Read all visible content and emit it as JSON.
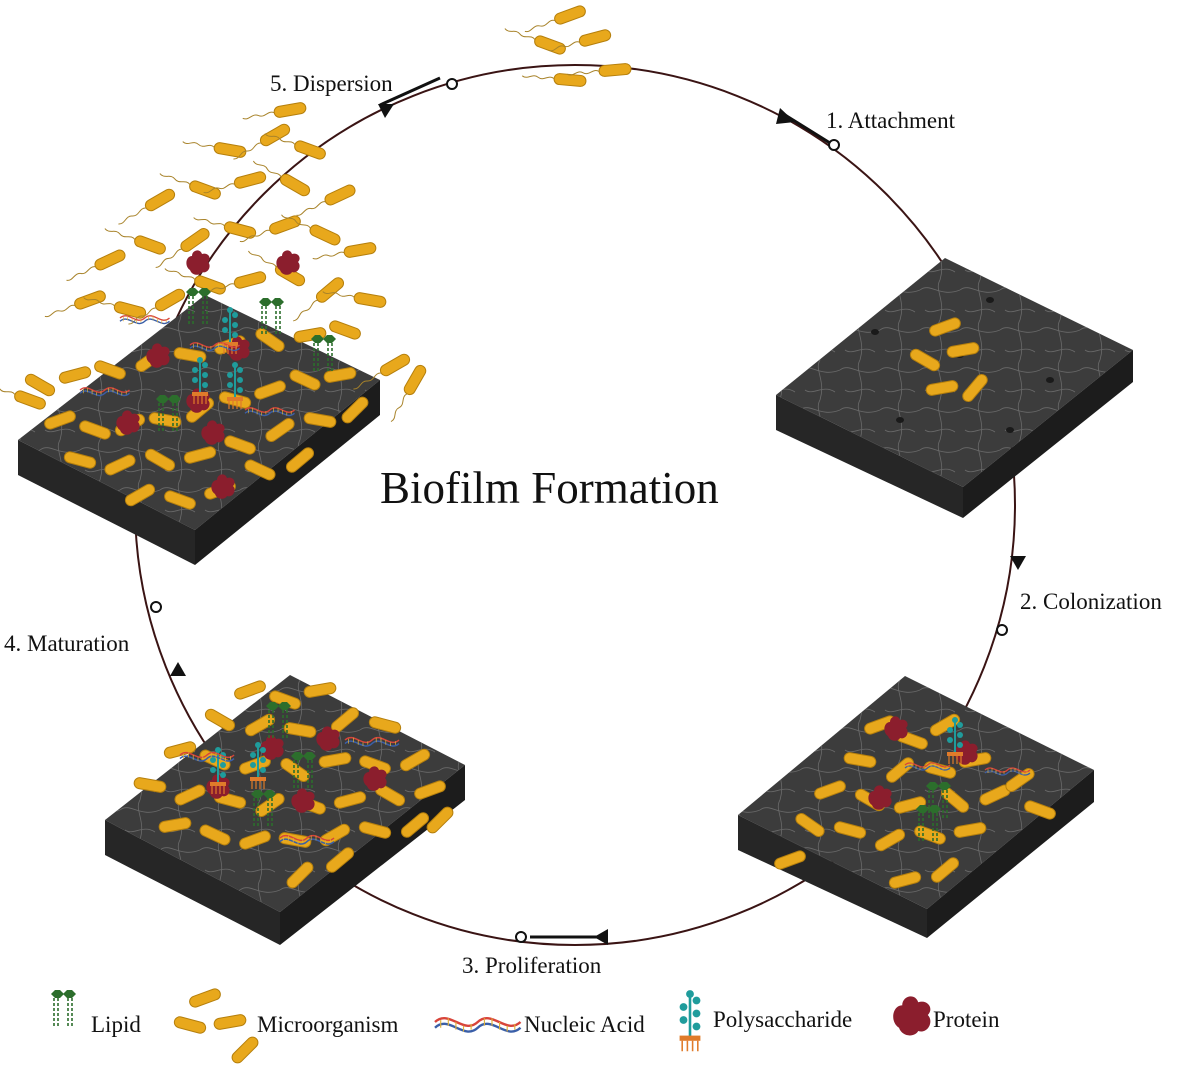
{
  "title": "Biofilm Formation",
  "stages": [
    {
      "label": "1. Attachment"
    },
    {
      "label": "2. Colonization"
    },
    {
      "label": "3. Proliferation"
    },
    {
      "label": "4. Maturation"
    },
    {
      "label": "5. Dispersion"
    }
  ],
  "legend": [
    {
      "label": "Lipid",
      "icon": "lipid-icon"
    },
    {
      "label": "Microorganism",
      "icon": "bacteria-icon"
    },
    {
      "label": "Nucleic Acid",
      "icon": "dna-icon"
    },
    {
      "label": "Polysaccharide",
      "icon": "polysaccharide-icon"
    },
    {
      "label": "Protein",
      "icon": "protein-icon"
    }
  ],
  "colors": {
    "bacteria": "#e8a81c",
    "bacteria_outline": "#b57f0c",
    "substrate": "#3c3c3c",
    "substrate_side": "#262626",
    "cycle_line": "#3a1414",
    "lipid": "#2c6e2c",
    "protein": "#8b1e2d",
    "polysaccharide": "#1f9c9c",
    "dna_red": "#d8443a",
    "dna_blue": "#3a5fa8"
  }
}
